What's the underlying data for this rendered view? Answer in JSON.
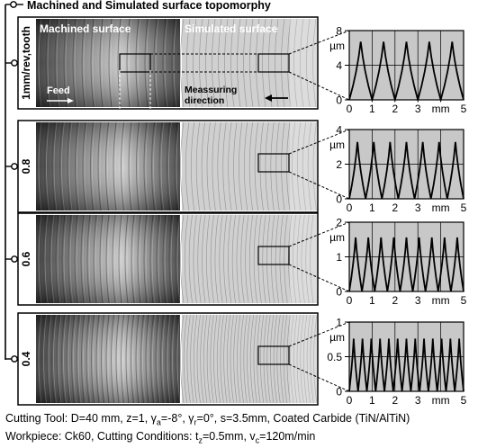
{
  "title": "Machined and Simulated surface topomorphy",
  "labels": {
    "machined": "Machined surface",
    "simulated": "Simulated surface",
    "feed": "Feed",
    "measuring_1": "Meassuring",
    "measuring_2": "direction"
  },
  "rows": [
    {
      "feed_label": "1mm/rev,tooth",
      "y_ticks": [
        "8",
        "4",
        "0"
      ],
      "y_unit": "µm",
      "peaks": 5,
      "peak_frac": 0.84
    },
    {
      "feed_label": "0.8",
      "y_ticks": [
        "4",
        "2",
        "0"
      ],
      "y_unit": "µm",
      "peaks": 7,
      "peak_frac": 0.82
    },
    {
      "feed_label": "0.6",
      "y_ticks": [
        "2",
        "1",
        "0"
      ],
      "y_unit": "µm",
      "peaks": 9,
      "peak_frac": 0.78
    },
    {
      "feed_label": "0.4",
      "y_ticks": [
        "1",
        "0.5",
        "0"
      ],
      "y_unit": "µm",
      "peaks": 13,
      "peak_frac": 0.76
    }
  ],
  "x_ticks": [
    "0",
    "1",
    "2",
    "3",
    "mm",
    "5"
  ],
  "caption": {
    "line1_a": "Cutting Tool: D=40 mm, z=1, γ",
    "line1_b": "a",
    "line1_c": "=-8°, γ",
    "line1_d": "r",
    "line1_e": "=0°, s=3.5mm, Coated Carbide (TiN/AlTiN)",
    "line2_a": "Workpiece: Ck60, Cutting Conditions: t",
    "line2_b": "z",
    "line2_c": "=0.5mm, v",
    "line2_d": "c",
    "line2_e": "=120m/min"
  },
  "colors": {
    "panel_dark": "#3a3a3a",
    "panel_light": "#d9d9d9",
    "sim_bg": "#d0d0d0",
    "plot_bg": "#c8c8c8"
  }
}
